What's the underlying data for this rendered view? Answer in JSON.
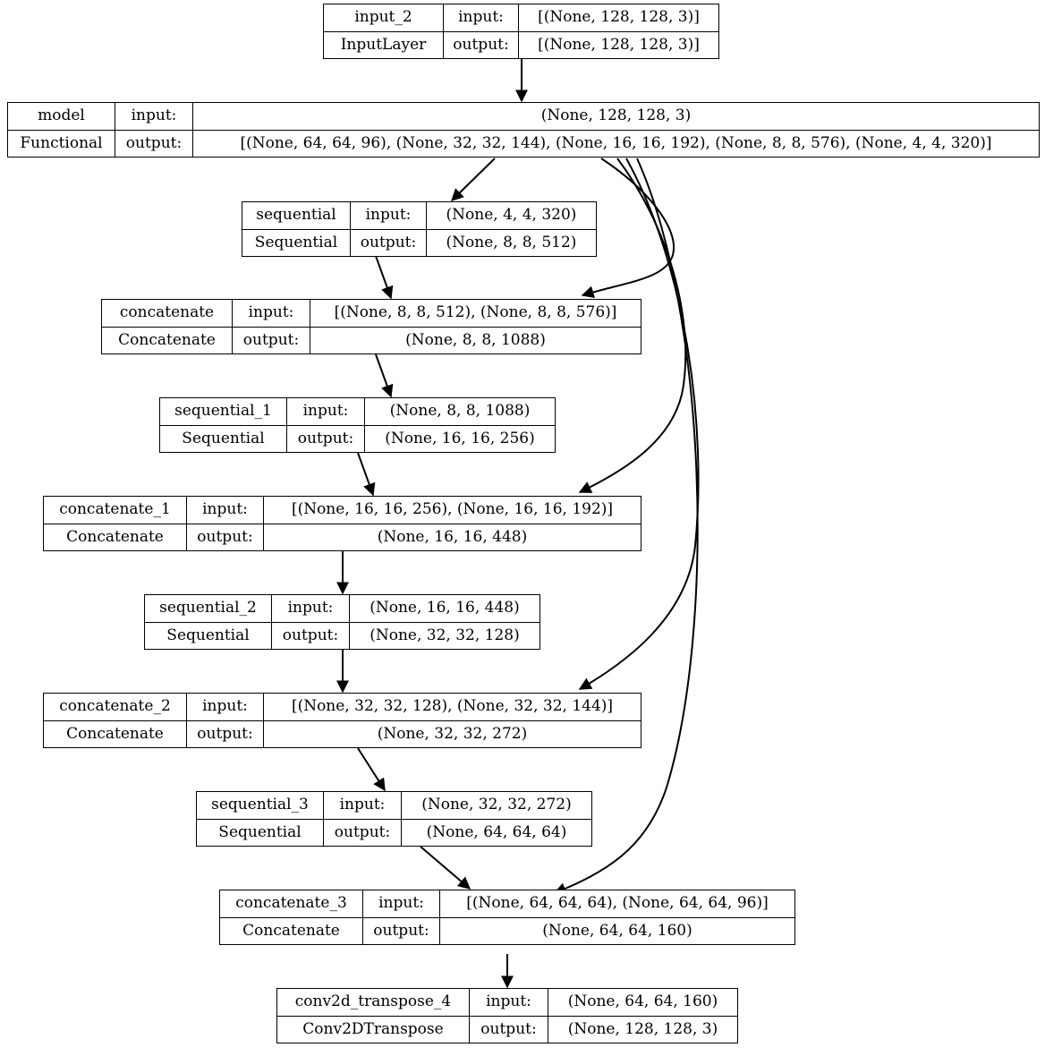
{
  "diagram": {
    "title": "Keras model architecture graph",
    "type": "layer-graph",
    "io_labels": {
      "input": "input:",
      "output": "output:"
    },
    "edge_color": "#000000",
    "node_border_color": "#000000",
    "node_fill_color": "#ffffff",
    "text_color": "#000000"
  },
  "nodes": [
    {
      "id": "input_2",
      "name": "input_2",
      "class": "InputLayer",
      "input_label": "input:",
      "output_label": "output:",
      "input_shape": "[(None, 128, 128, 3)]",
      "output_shape": "[(None, 128, 128, 3)]"
    },
    {
      "id": "model",
      "name": "model",
      "class": "Functional",
      "input_label": "input:",
      "output_label": "output:",
      "input_shape": "(None, 128, 128, 3)",
      "output_shape": "[(None, 64, 64, 96), (None, 32, 32, 144), (None, 16, 16, 192), (None, 8, 8, 576), (None, 4, 4, 320)]"
    },
    {
      "id": "sequential",
      "name": "sequential",
      "class": "Sequential",
      "input_label": "input:",
      "output_label": "output:",
      "input_shape": "(None, 4, 4, 320)",
      "output_shape": "(None, 8, 8, 512)"
    },
    {
      "id": "concatenate",
      "name": "concatenate",
      "class": "Concatenate",
      "input_label": "input:",
      "output_label": "output:",
      "input_shape": "[(None, 8, 8, 512), (None, 8, 8, 576)]",
      "output_shape": "(None, 8, 8, 1088)"
    },
    {
      "id": "sequential_1",
      "name": "sequential_1",
      "class": "Sequential",
      "input_label": "input:",
      "output_label": "output:",
      "input_shape": "(None, 8, 8, 1088)",
      "output_shape": "(None, 16, 16, 256)"
    },
    {
      "id": "concatenate_1",
      "name": "concatenate_1",
      "class": "Concatenate",
      "input_label": "input:",
      "output_label": "output:",
      "input_shape": "[(None, 16, 16, 256), (None, 16, 16, 192)]",
      "output_shape": "(None, 16, 16, 448)"
    },
    {
      "id": "sequential_2",
      "name": "sequential_2",
      "class": "Sequential",
      "input_label": "input:",
      "output_label": "output:",
      "input_shape": "(None, 16, 16, 448)",
      "output_shape": "(None, 32, 32, 128)"
    },
    {
      "id": "concatenate_2",
      "name": "concatenate_2",
      "class": "Concatenate",
      "input_label": "input:",
      "output_label": "output:",
      "input_shape": "[(None, 32, 32, 128), (None, 32, 32, 144)]",
      "output_shape": "(None, 32, 32, 272)"
    },
    {
      "id": "sequential_3",
      "name": "sequential_3",
      "class": "Sequential",
      "input_label": "input:",
      "output_label": "output:",
      "input_shape": "(None, 32, 32, 272)",
      "output_shape": "(None, 64, 64, 64)"
    },
    {
      "id": "concatenate_3",
      "name": "concatenate_3",
      "class": "Concatenate",
      "input_label": "input:",
      "output_label": "output:",
      "input_shape": "[(None, 64, 64, 64), (None, 64, 64, 96)]",
      "output_shape": "(None, 64, 64, 160)"
    },
    {
      "id": "conv2d_transpose_4",
      "name": "conv2d_transpose_4",
      "class": "Conv2DTranspose",
      "input_label": "input:",
      "output_label": "output:",
      "input_shape": "(None, 64, 64, 160)",
      "output_shape": "(None, 128, 128, 3)"
    }
  ],
  "edges": [
    {
      "from": "input_2",
      "to": "model"
    },
    {
      "from": "model",
      "to": "sequential"
    },
    {
      "from": "model",
      "to": "concatenate"
    },
    {
      "from": "sequential",
      "to": "concatenate"
    },
    {
      "from": "concatenate",
      "to": "sequential_1"
    },
    {
      "from": "model",
      "to": "concatenate_1"
    },
    {
      "from": "sequential_1",
      "to": "concatenate_1"
    },
    {
      "from": "concatenate_1",
      "to": "sequential_2"
    },
    {
      "from": "model",
      "to": "concatenate_2"
    },
    {
      "from": "sequential_2",
      "to": "concatenate_2"
    },
    {
      "from": "concatenate_2",
      "to": "sequential_3"
    },
    {
      "from": "model",
      "to": "concatenate_3"
    },
    {
      "from": "sequential_3",
      "to": "concatenate_3"
    },
    {
      "from": "concatenate_3",
      "to": "conv2d_transpose_4"
    }
  ]
}
